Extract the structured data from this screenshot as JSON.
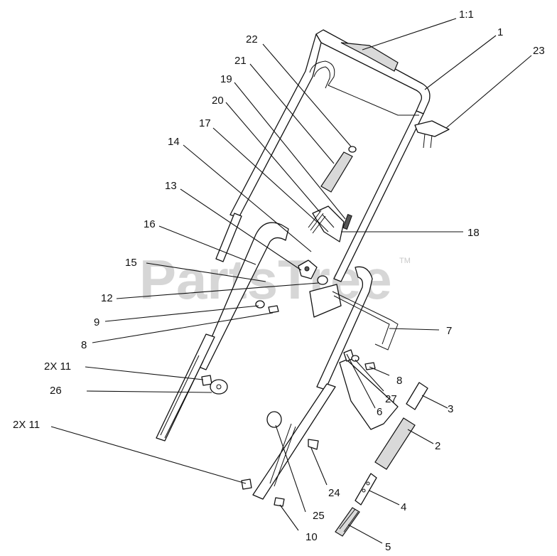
{
  "watermark": {
    "text": "PartsTree",
    "tm": "TM"
  },
  "callouts": [
    {
      "id": "c-1-1",
      "text": "1:1"
    },
    {
      "id": "c-1",
      "text": "1"
    },
    {
      "id": "c-23",
      "text": "23"
    },
    {
      "id": "c-22",
      "text": "22"
    },
    {
      "id": "c-21",
      "text": "21"
    },
    {
      "id": "c-19",
      "text": "19"
    },
    {
      "id": "c-20",
      "text": "20"
    },
    {
      "id": "c-17",
      "text": "17"
    },
    {
      "id": "c-14",
      "text": "14"
    },
    {
      "id": "c-13",
      "text": "13"
    },
    {
      "id": "c-18",
      "text": "18"
    },
    {
      "id": "c-16",
      "text": "16"
    },
    {
      "id": "c-15",
      "text": "15"
    },
    {
      "id": "c-12",
      "text": "12"
    },
    {
      "id": "c-9",
      "text": "9"
    },
    {
      "id": "c-8a",
      "text": "8"
    },
    {
      "id": "c-7",
      "text": "7"
    },
    {
      "id": "c-2x11a",
      "text": "2X 11"
    },
    {
      "id": "c-8b",
      "text": "8"
    },
    {
      "id": "c-27",
      "text": "27"
    },
    {
      "id": "c-26",
      "text": "26"
    },
    {
      "id": "c-6",
      "text": "6"
    },
    {
      "id": "c-3",
      "text": "3"
    },
    {
      "id": "c-2",
      "text": "2"
    },
    {
      "id": "c-2x11b",
      "text": "2X 11"
    },
    {
      "id": "c-24",
      "text": "24"
    },
    {
      "id": "c-4",
      "text": "4"
    },
    {
      "id": "c-25",
      "text": "25"
    },
    {
      "id": "c-10",
      "text": "10"
    },
    {
      "id": "c-5",
      "text": "5"
    }
  ]
}
